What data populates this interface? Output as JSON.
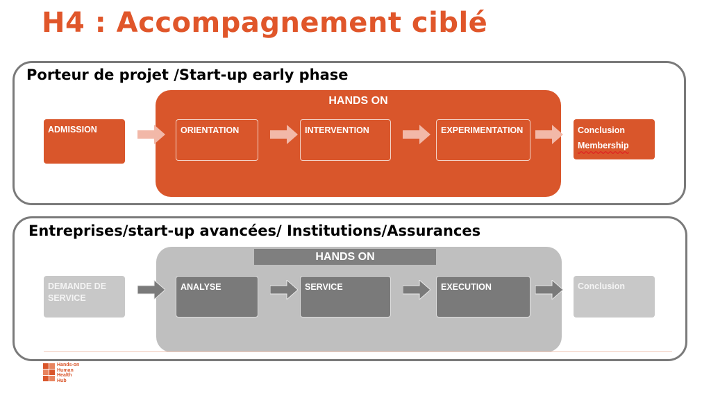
{
  "slide_title": "H4 : Accompagnement ciblé",
  "section1": {
    "title": "Porteur de projet /Start-up early phase",
    "hands_on": "HANDS ON",
    "steps": {
      "admission": "ADMISSION",
      "orientation": "ORIENTATION",
      "intervention": "INTERVENTION",
      "experimentation": "EXPERIMENTATION",
      "conclusion": "Conclusion",
      "membership": "Membership"
    }
  },
  "section2": {
    "title": "Entreprises/start-up avancées/ Institutions/Assurances",
    "hands_on": "HANDS ON",
    "steps": {
      "demande_line1": "DEMANDE DE",
      "demande_line2": "SERVICE",
      "analyse": "ANALYSE",
      "service": "SERVICE",
      "execution": "EXECUTION",
      "conclusion": "Conclusion"
    }
  },
  "logo": {
    "line1": "Hands-on",
    "line2": "Human",
    "line3": "Health",
    "line4": "Hub"
  },
  "colors": {
    "accent_orange": "#D9562B",
    "title_orange": "#E0562A",
    "arrow_light": "#F2B8A8",
    "gray_container": "#BFBFBF",
    "gray_dark": "#7A7A7A"
  }
}
